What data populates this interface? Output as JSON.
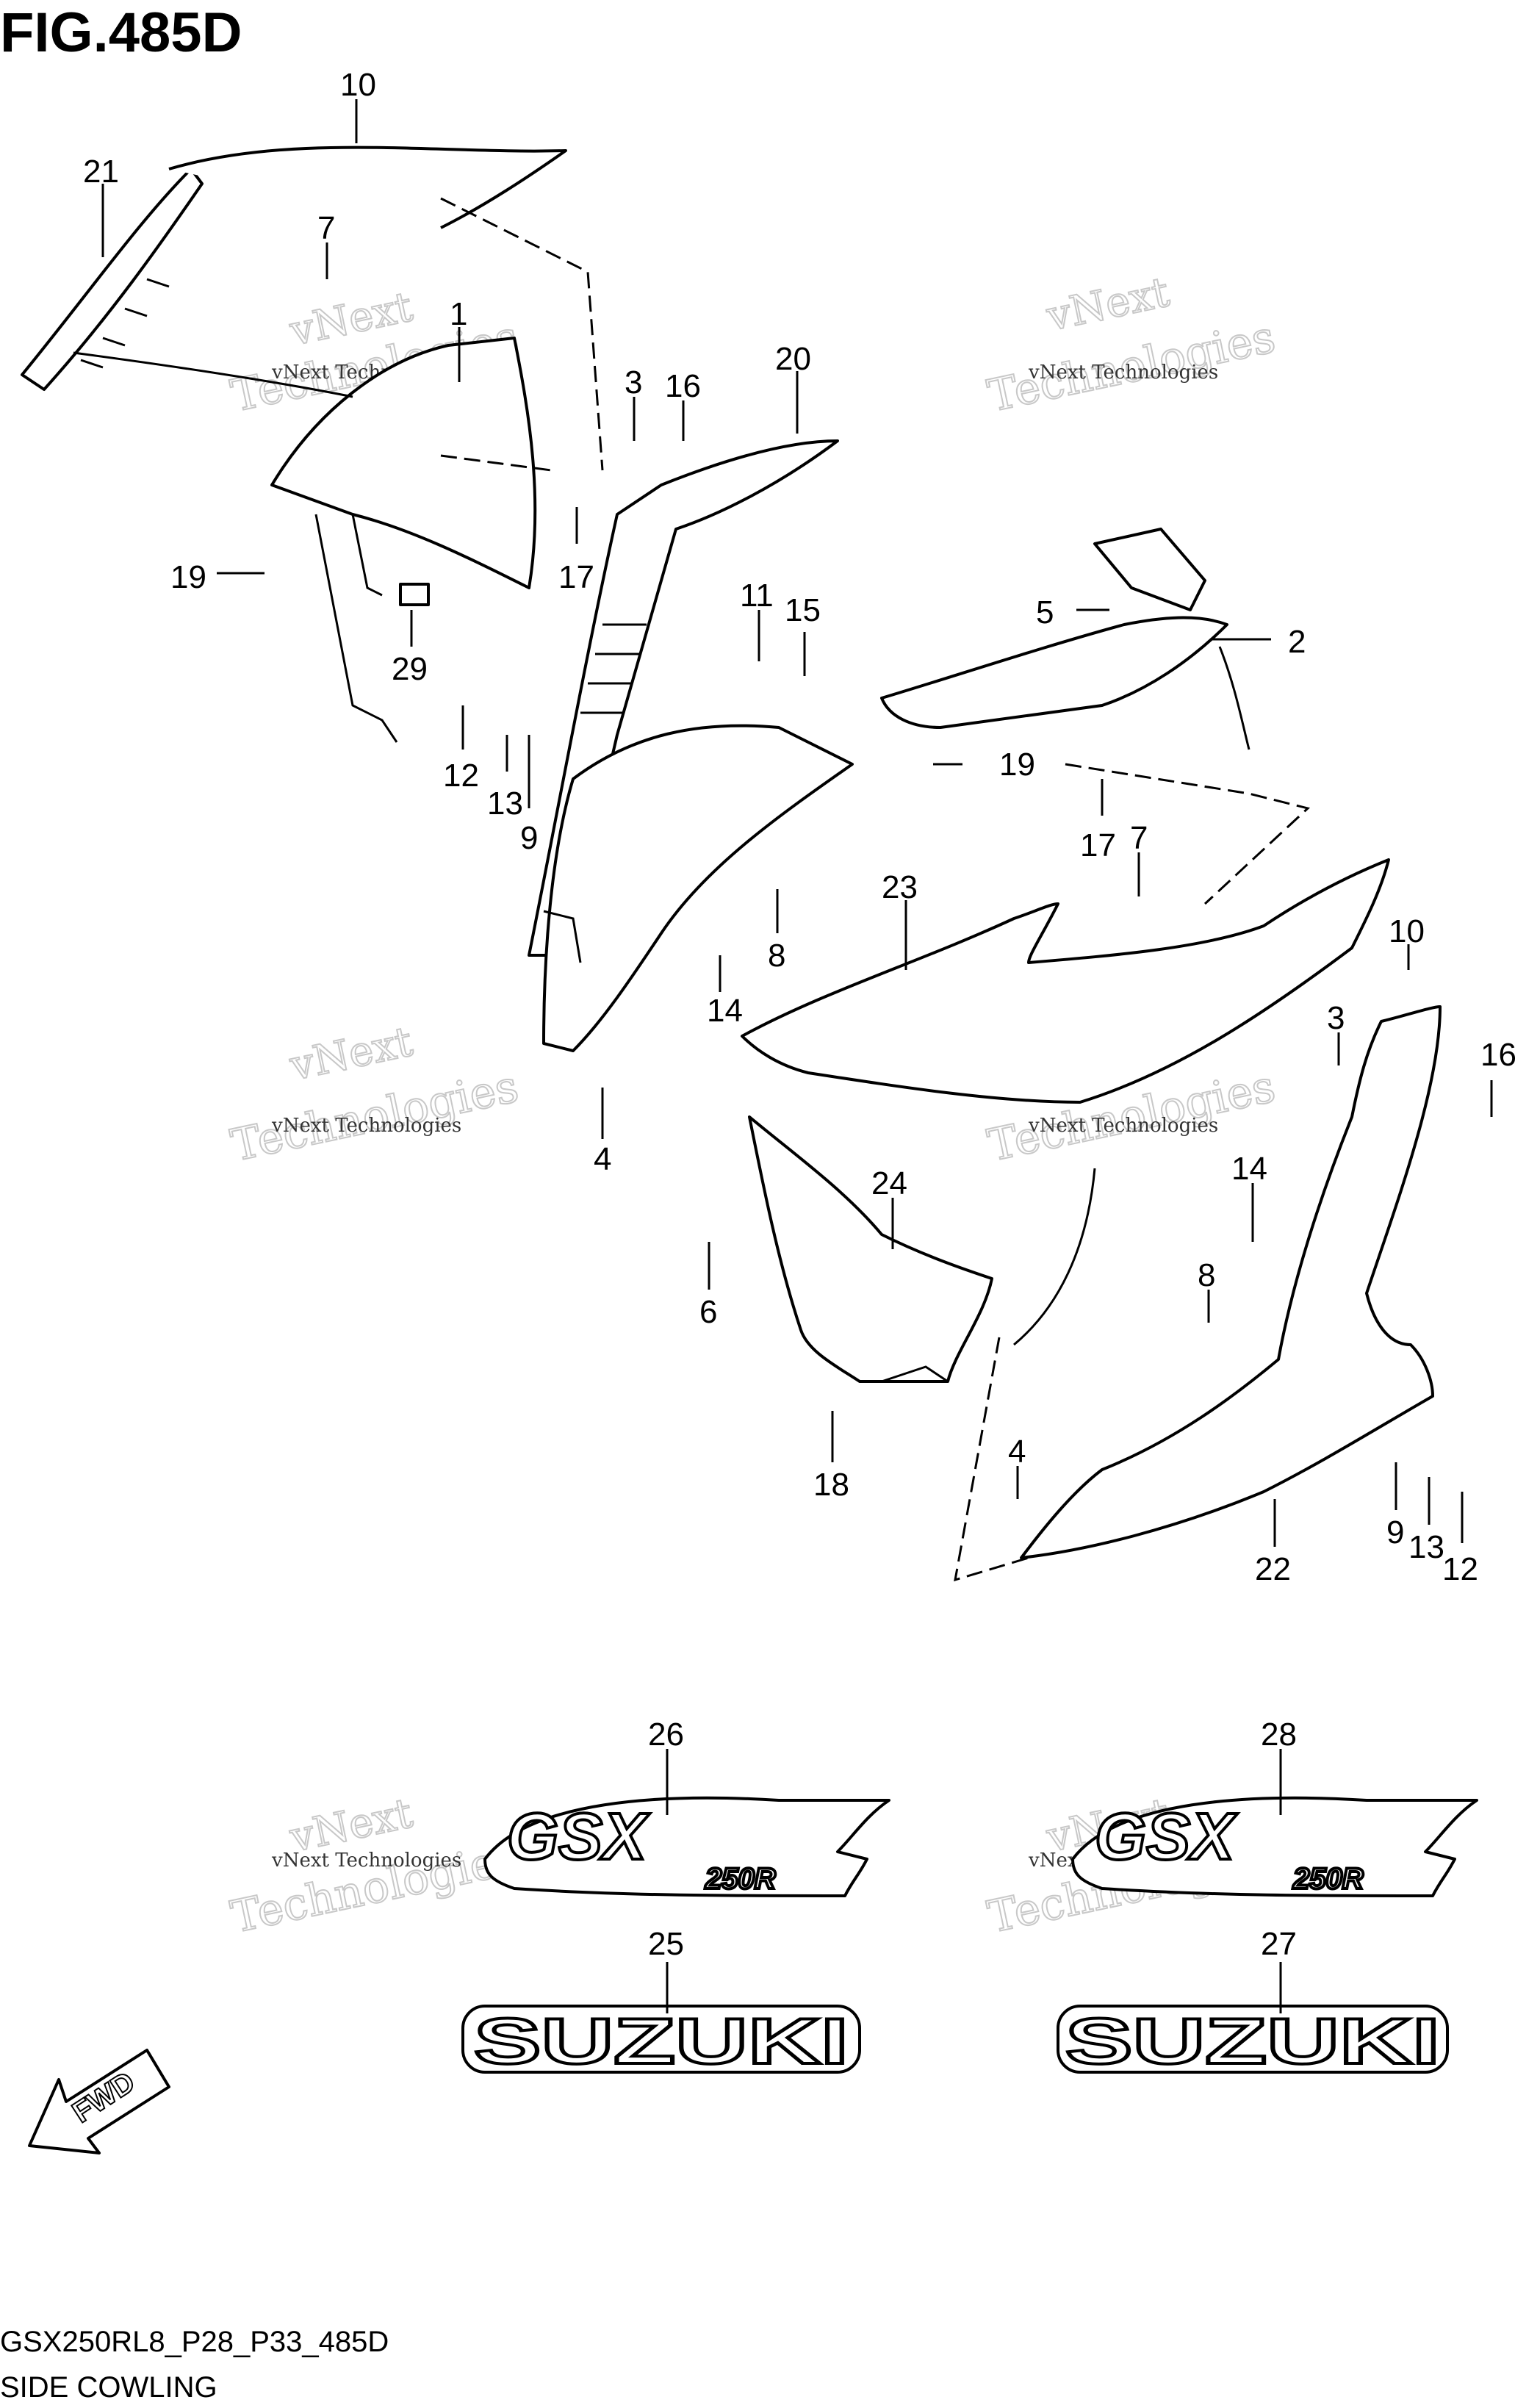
{
  "figure": {
    "title": "FIG.485D",
    "model_code": "GSX250RL8_P28_P33_485D",
    "section_name": "SIDE COWLING"
  },
  "watermark": {
    "line1": "vNext",
    "line2": "Technologies",
    "small": "vNext Technologies"
  },
  "callouts": {
    "c10a": "10",
    "c21": "21",
    "c7a": "7",
    "c1": "1",
    "c3a": "3",
    "c16a": "16",
    "c20": "20",
    "c19a": "19",
    "c17a": "17",
    "c29": "29",
    "c11": "11",
    "c15": "15",
    "c5": "5",
    "c2": "2",
    "c12a": "12",
    "c13a": "13",
    "c9a": "9",
    "c19b": "19",
    "c17b": "17",
    "c7b": "7",
    "c8a": "8",
    "c14a": "14",
    "c23": "23",
    "c10b": "10",
    "c3b": "3",
    "c16b": "16",
    "c4a": "4",
    "c24": "24",
    "c14b": "14",
    "c6": "6",
    "c8b": "8",
    "c18": "18",
    "c4b": "4",
    "c22": "22",
    "c9b": "9",
    "c13b": "13",
    "c12b": "12",
    "c26": "26",
    "c28": "28",
    "c25": "25",
    "c27": "27"
  },
  "emblems": {
    "gsx": "GSX",
    "gsx_sub": "250R",
    "suzuki": "SUZUKI"
  },
  "fwd_arrow": "FWD"
}
